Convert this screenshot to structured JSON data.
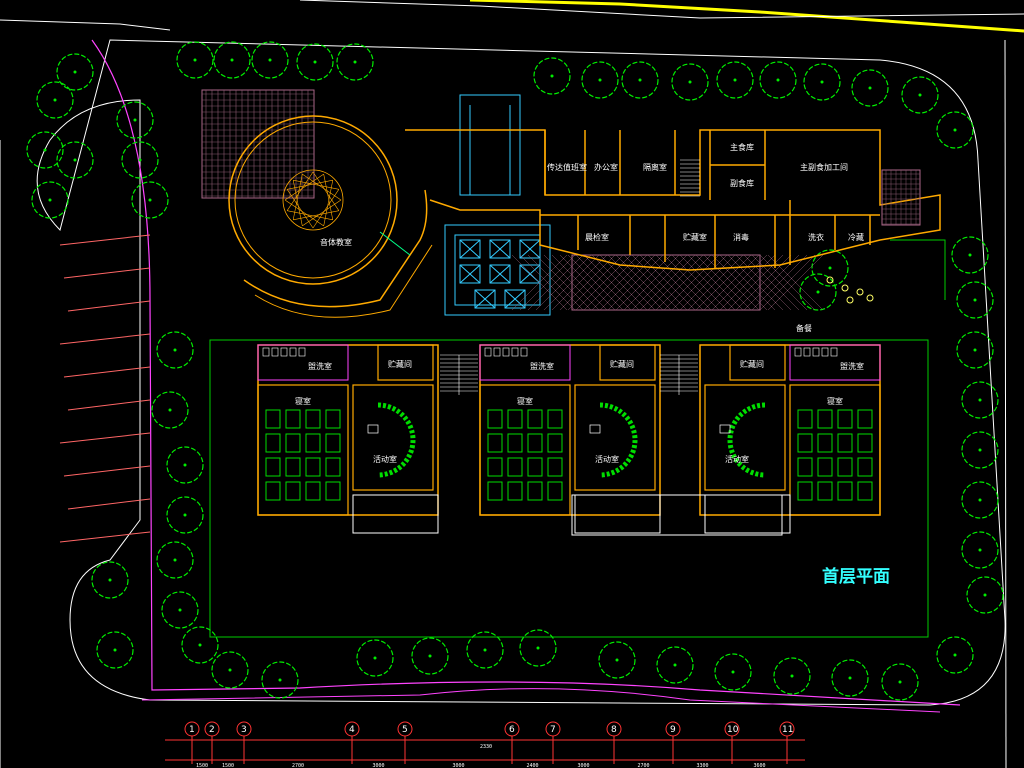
{
  "drawing": {
    "title": "首层平面",
    "colors": {
      "background": "#000000",
      "wall": "#ffaa00",
      "tree": "#00ee00",
      "boundary": "#ffffff",
      "road": "#ff44ff",
      "yellow_line": "#ffff00",
      "cyan": "#33ccff",
      "axis": "#ff3333",
      "hatch": "#aa6688",
      "beds": "#00dd00"
    },
    "rooms": {
      "music": "音体教室",
      "waiting": "传达值班室",
      "office": "办公室",
      "isolation": "隔离室",
      "main_dining": "主食库",
      "side_dining": "副食库",
      "kitchen": "主副食加工间",
      "morning_check": "晨检室",
      "storage_top": "贮藏室",
      "disinfect": "消毒",
      "laundry": "洗衣",
      "cold": "冷藏",
      "janitor": "备餐",
      "wash_1": "盥洗室",
      "wash_2": "盥洗室",
      "wash_3": "盥洗室",
      "store_1": "贮藏间",
      "store_2": "贮藏间",
      "store_3": "贮藏间",
      "bedroom_1": "寝室",
      "bedroom_2": "寝室",
      "bedroom_3": "寝室",
      "activity_1": "活动室",
      "activity_2": "活动室",
      "activity_3": "活动室"
    },
    "axes": [
      "1",
      "2",
      "3",
      "4",
      "5",
      "6",
      "7",
      "8",
      "9",
      "10",
      "11"
    ],
    "total_dimension": "2330",
    "dimensions": [
      "1500",
      "1500",
      "2700",
      "3000",
      "3000",
      "2400",
      "3000",
      "2700",
      "3300",
      "3600"
    ]
  }
}
